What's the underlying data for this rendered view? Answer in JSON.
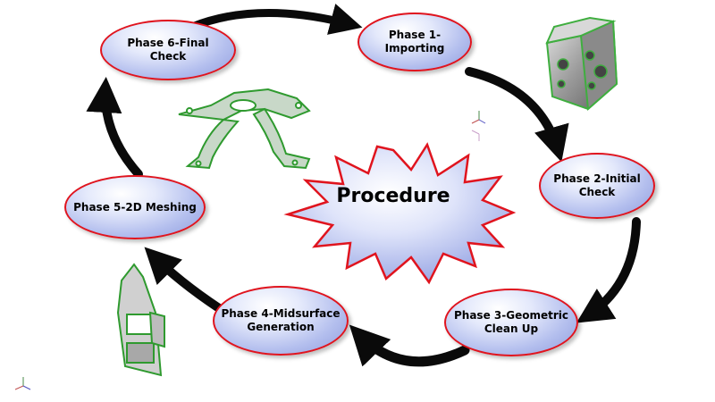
{
  "center": {
    "label": "Procedure"
  },
  "phases": [
    {
      "label": "Phase 1-Importing"
    },
    {
      "label": "Phase 2-Initial\nCheck"
    },
    {
      "label": "Phase 3-Geometric\nClean Up"
    },
    {
      "label": "Phase 4-Midsurface\nGeneration"
    },
    {
      "label": "Phase 5-2D Meshing"
    },
    {
      "label": "Phase 6-Final  Check"
    }
  ],
  "colors": {
    "ellipse_border": "#e0141e",
    "ellipse_fill": "#b4bfee",
    "arrow": "#0a0a0a",
    "starburst_fill": "#c7d0f4",
    "starburst_border": "#e0141e",
    "part_fill": "#9a9a9a",
    "part_edge": "#3fae3f"
  },
  "decorations": [
    {
      "icon": "sheet-metal-box-part"
    },
    {
      "icon": "bracket-part"
    },
    {
      "icon": "flat-plate-part"
    },
    {
      "icon": "axis-triad-icon"
    }
  ]
}
